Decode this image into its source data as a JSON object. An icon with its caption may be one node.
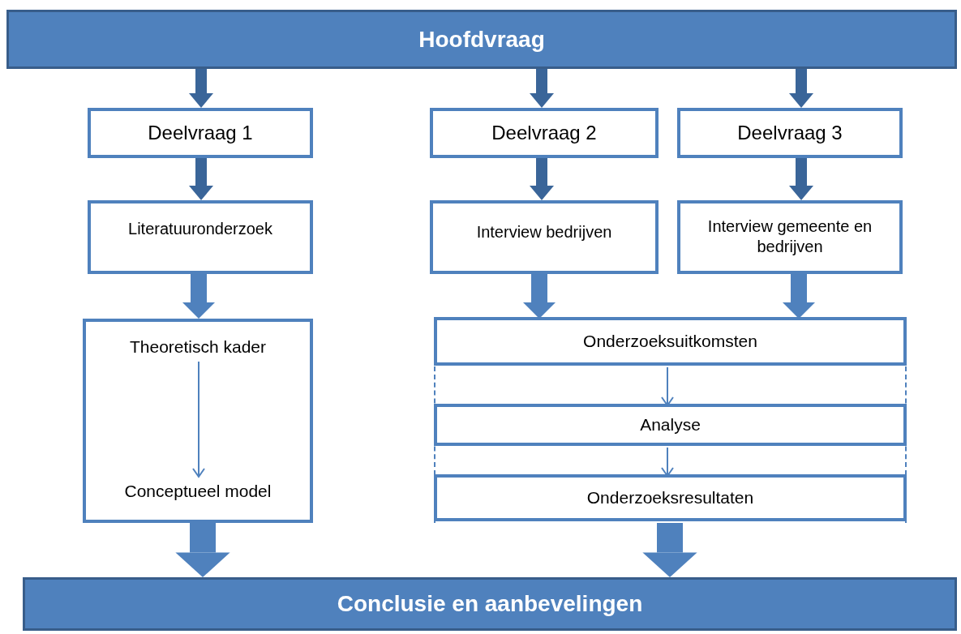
{
  "diagram": {
    "nodes": [
      {
        "text": [
          "Hoofdvraag"
        ]
      },
      {
        "text": [
          "Deelvraag 1"
        ]
      },
      {
        "text": [
          "Deelvraag 2"
        ]
      },
      {
        "text": [
          "Deelvraag 3"
        ]
      },
      {
        "text": [
          "Literatuuronderzoek"
        ]
      },
      {
        "text": [
          "Interview bedrijven"
        ]
      },
      {
        "text": [
          "Interview gemeente en bedrijven"
        ]
      },
      {
        "text": [],
        "shape": "box"
      },
      {
        "text": [
          "Theoretisch kader"
        ],
        "in": 7
      },
      {
        "text": [
          "Conceptueel model"
        ],
        "in": 7
      },
      {
        "text": [],
        "shape": "box"
      },
      {
        "text": [
          "Onderzoeksuitkomsten"
        ],
        "in": 10
      },
      {
        "text": [
          "Analyse"
        ],
        "in": 10
      },
      {
        "text": [
          "Onderzoeksresultaten"
        ],
        "in": 10
      },
      {
        "text": [
          "Conclusie en aanbevelingen"
        ]
      }
    ],
    "edges": [
      {
        "from": 0,
        "to": 1,
        "arrow": "to",
        "color": "#3a6599"
      },
      {
        "from": 0,
        "to": 2,
        "arrow": "to",
        "color": "#3a6599"
      },
      {
        "from": 0,
        "to": 3,
        "arrow": "to",
        "color": "#3a6599"
      },
      {
        "from": 1,
        "to": 4,
        "arrow": "to",
        "color": "#3a6599"
      },
      {
        "from": 2,
        "to": 5,
        "arrow": "to",
        "color": "#3a6599"
      },
      {
        "from": 3,
        "to": 6,
        "arrow": "to",
        "color": "#3a6599"
      },
      {
        "from": 4,
        "to": 7,
        "arrow": "to"
      },
      {
        "from": 5,
        "to": 10,
        "arrow": "to"
      },
      {
        "from": 6,
        "to": 10,
        "arrow": "to"
      },
      {
        "from": 8,
        "to": 9,
        "arrow": "to"
      },
      {
        "from": 11,
        "to": 12,
        "arrow": "to"
      },
      {
        "from": 12,
        "to": 13,
        "arrow": "to"
      },
      {
        "from": 7,
        "to": 14,
        "arrow": "to",
        "style": "thick"
      },
      {
        "from": 13,
        "to": 14,
        "arrow": "to",
        "style": "thick"
      }
    ]
  }
}
